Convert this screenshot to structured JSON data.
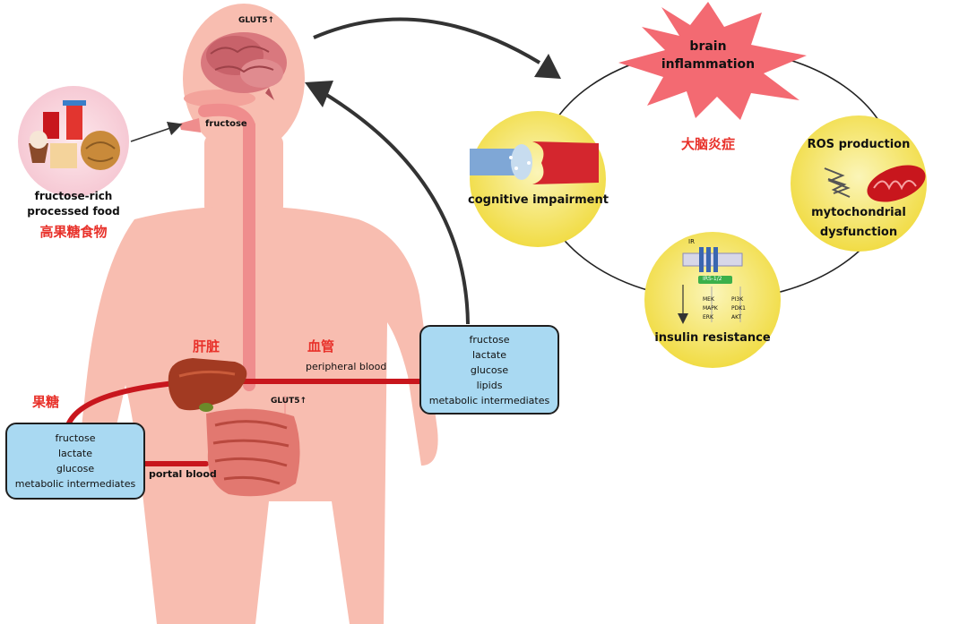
{
  "food": {
    "line1": "fructose-rich",
    "line2": "processed food",
    "cn": "高果糖食物"
  },
  "body": {
    "glut5_top": "GLUT5↑",
    "fructose_mouth": "fructose",
    "liver_cn": "肝脏",
    "vessel_cn": "血管",
    "fructose_cn": "果糖",
    "peripheral": "peripheral blood",
    "glut5_gut": "GLUT5↑",
    "portal": "portal blood"
  },
  "portal_box": {
    "items": [
      "fructose",
      "lactate",
      "glucose",
      "metabolic intermediates"
    ]
  },
  "peripheral_box": {
    "items": [
      "fructose",
      "lactate",
      "glucose",
      "lipids",
      "metabolic intermediates"
    ]
  },
  "cycle": {
    "brain_line1": "brain",
    "brain_line2": "inflammation",
    "brain_cn": "大脑炎症",
    "cognitive": "cognitive impairment",
    "ros": "ROS production",
    "mito_line1": "mytochondrial",
    "mito_line2": "dysfunction",
    "insulin": "insulin resistance",
    "ir_label": "IR",
    "irs_label": "IRS-1/2",
    "left_path": [
      "MEK",
      "MAPK",
      "ERK"
    ],
    "right_path": [
      "PI3K",
      "PDK1",
      "AKT"
    ]
  },
  "colors": {
    "skin": "#f8bdb0",
    "blood": "#c8161d",
    "node_fill": "#f5e15a",
    "box_fill": "#a9d9f2",
    "cn_red": "#e8312a"
  }
}
